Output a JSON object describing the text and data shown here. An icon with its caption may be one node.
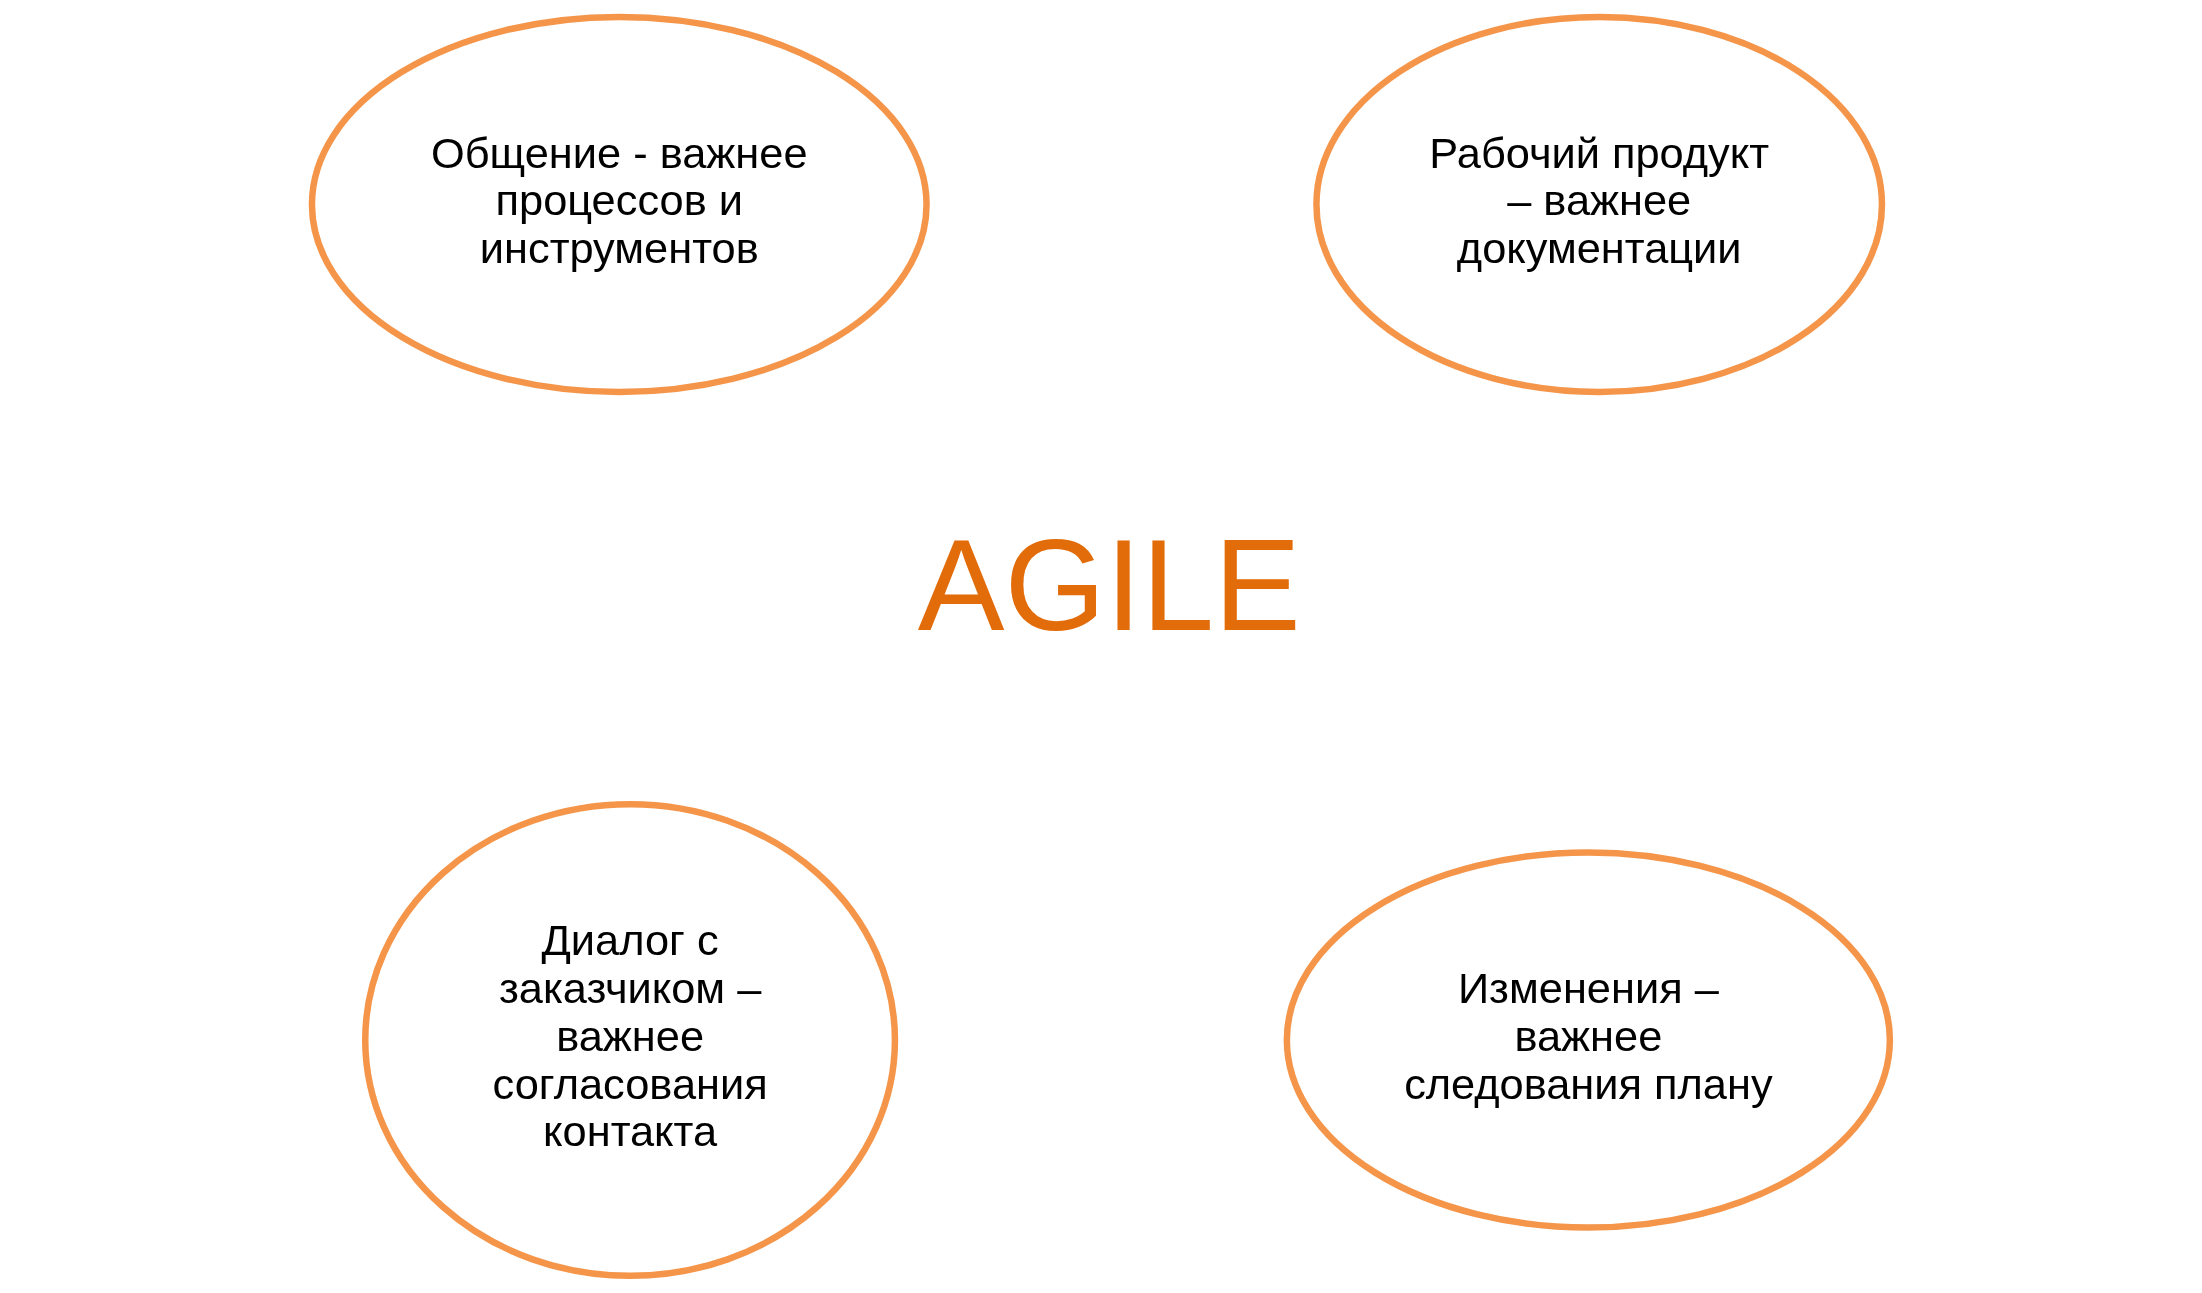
{
  "diagram": {
    "nodes": [
      {
        "text": [
          "Общение - важнее процессов и инструментов"
        ]
      },
      {
        "text": [
          "Рабочий продукт – важнее документации"
        ]
      },
      {
        "text": [
          "AGILE"
        ]
      },
      {
        "text": [
          "Диалог с заказчиком – важнее согласования контакта"
        ]
      },
      {
        "text": [
          "Изменения – важнее следования плану"
        ]
      }
    ],
    "edges": []
  }
}
